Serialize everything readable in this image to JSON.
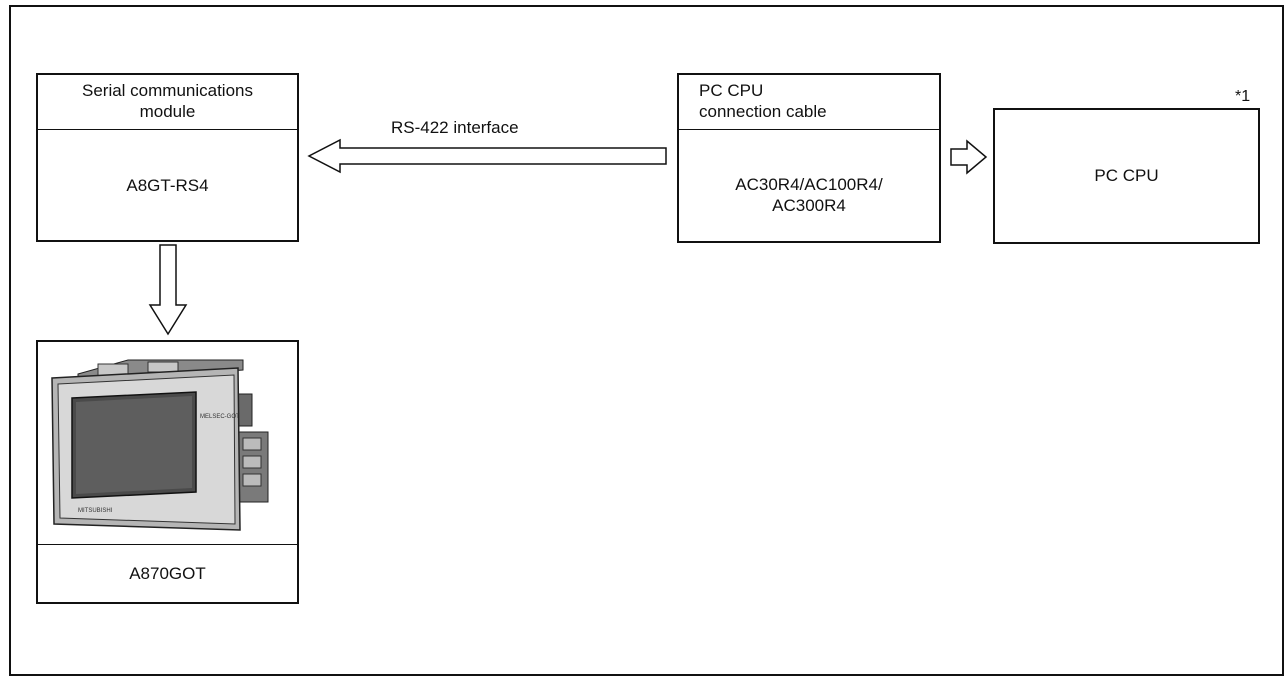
{
  "serial_module": {
    "header": "Serial communications module",
    "name": "A8GT-RS4"
  },
  "interface_label": "RS-422 interface",
  "cable": {
    "header_line1": "PC CPU",
    "header_line2": "connection cable",
    "model_line1": "AC30R4/AC100R4/",
    "model_line2": "AC300R4"
  },
  "pc_cpu": {
    "label": "PC CPU",
    "note": "*1"
  },
  "got": {
    "name": "A870GOT",
    "brand_mark": "MITSUBISHI",
    "model_mark": "MELSEC-GOT"
  }
}
